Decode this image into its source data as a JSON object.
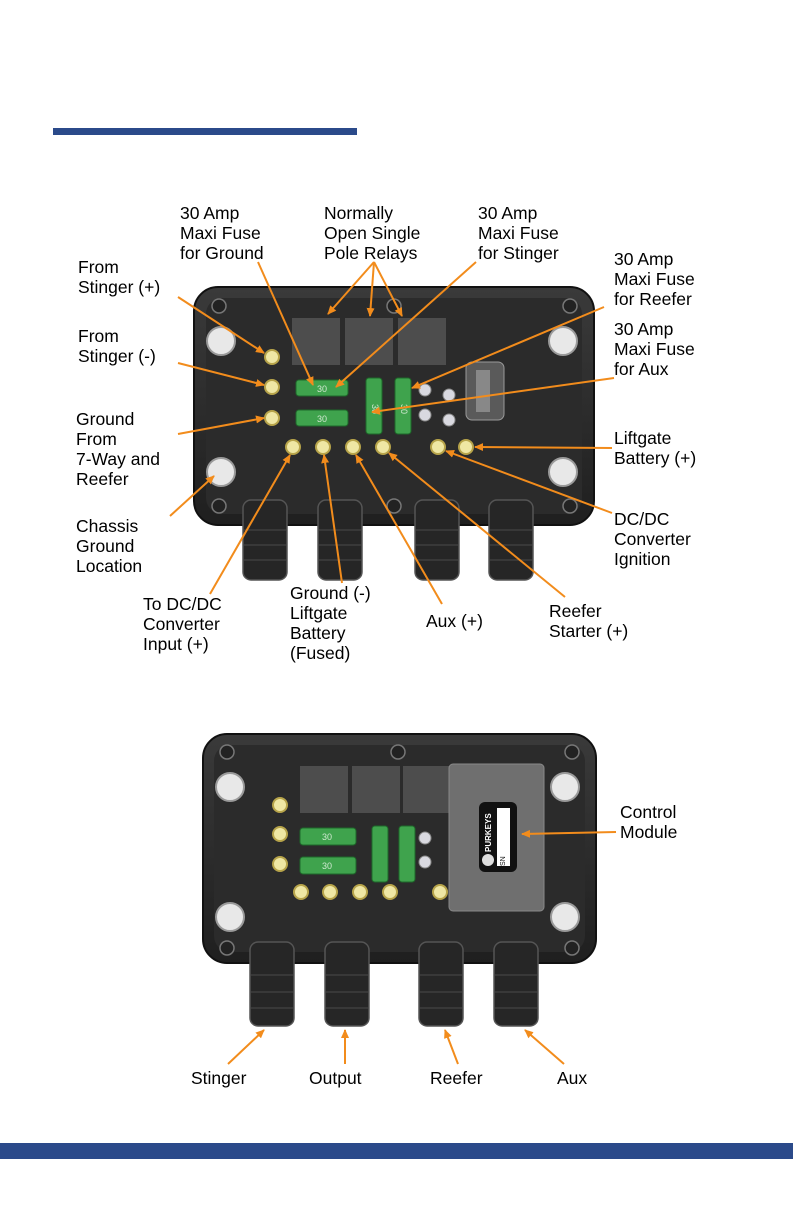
{
  "colors": {
    "header_rule": "#2b4a8a",
    "footer_band": "#2b4a8a",
    "callout_line": "#f28c1c",
    "enclosure": "#2d2d2d",
    "fuse": "#3fa34d",
    "terminal": "#efe7a4"
  },
  "top_diagram": {
    "labels": {
      "fuse_ground": "30 Amp\nMaxi Fuse\nfor Ground",
      "relays": "Normally\nOpen Single\nPole Relays",
      "fuse_stinger": "30 Amp\nMaxi Fuse\nfor Stinger",
      "fuse_reefer": "30 Amp\nMaxi Fuse\nfor Reefer",
      "fuse_aux": "30 Amp\nMaxi Fuse\nfor Aux",
      "from_stinger_pos": "From\nStinger (+)",
      "from_stinger_neg": "From\nStinger (-)",
      "ground_from": "Ground\nFrom\n7-Way and\nReefer",
      "chassis_ground": "Chassis\nGround\nLocation",
      "liftgate_battery": "Liftgate\nBattery (+)",
      "dcdc_ignition": "DC/DC\nConverter\nIgnition",
      "to_dcdc_input": "To DC/DC\nConverter\nInput (+)",
      "ground_liftgate": "Ground (-)\nLiftgate\nBattery\n(Fused)",
      "aux_pos": "Aux (+)",
      "reefer_starter": "Reefer\nStarter (+)"
    },
    "fuse_rating": "30"
  },
  "bottom_diagram": {
    "labels": {
      "control_module": "Control\nModule",
      "stinger": "Stinger",
      "output": "Output",
      "reefer": "Reefer",
      "aux": "Aux"
    },
    "module_brand": "PURKEYS",
    "module_sn": "SN",
    "fuse_rating": "30"
  }
}
